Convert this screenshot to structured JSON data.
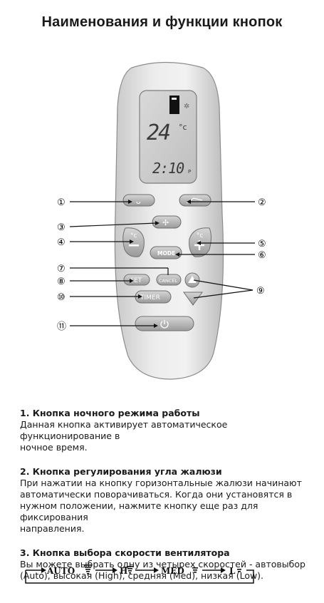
{
  "title": "Наименования и функции кнопок",
  "remote": {
    "display": {
      "temperature": "24",
      "temp_unit": "°c",
      "time": "2:10",
      "time_suffix": "P"
    },
    "buttons": {
      "temp_label": "°c",
      "mode": "MODE",
      "cancel": "CANCEL",
      "set": "SET",
      "timer": "TIMER"
    }
  },
  "callouts": [
    "①",
    "②",
    "③",
    "④",
    "⑤",
    "⑥",
    "⑦",
    "⑧",
    "⑩",
    "⑨",
    "⑪"
  ],
  "sections": [
    {
      "heading": "1. Кнопка ночного режима работы",
      "lines": [
        "Данная кнопка активирует автоматическое функционирование в",
        "ночное время."
      ]
    },
    {
      "heading": "2. Кнопка регулирования угла жалюзи",
      "lines": [
        "При нажатии на кнопку горизонтальные жалюзи начинают",
        "автоматически поворачиваться. Когда они установятся в",
        "нужном положении, нажмите кнопку еще раз для фиксирования",
        "направления."
      ]
    },
    {
      "heading": "3. Кнопка выбора скорости вентилятора",
      "lines": [
        "Вы можете выбрать одну из четырех скоростей - автовыбор",
        "(Auto), высокая (High), средняя (Med), низкая (Low)."
      ]
    }
  ],
  "speed_cycle": [
    "AUTO",
    "H",
    "MED",
    "L"
  ]
}
